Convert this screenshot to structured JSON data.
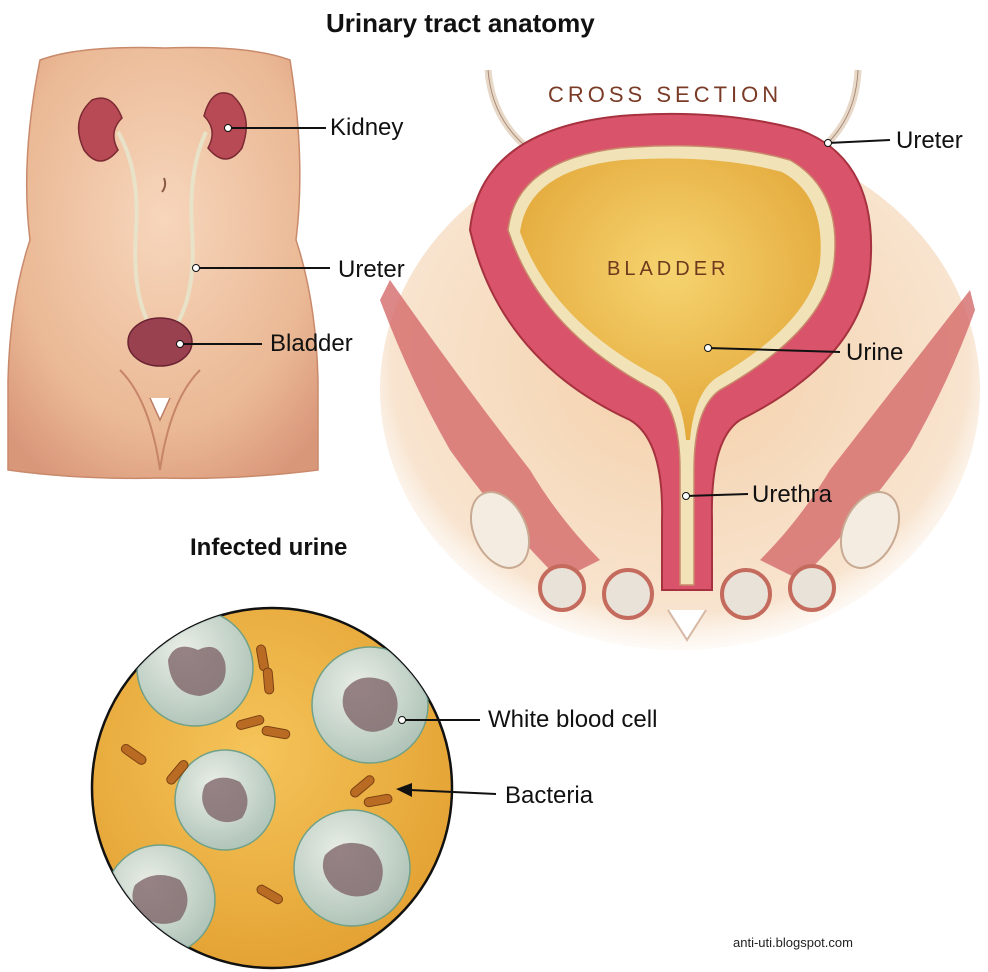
{
  "title": "Urinary tract anatomy",
  "cross_section_heading": "CROSS SECTION",
  "bladder_inner_label": "BLADDER",
  "infected_heading": "Infected urine",
  "labels": {
    "kidney": "Kidney",
    "ureter_body": "Ureter",
    "bladder_body": "Bladder",
    "ureter_cross": "Ureter",
    "urine": "Urine",
    "urethra": "Urethra",
    "white_blood_cell": "White blood cell",
    "bacteria": "Bacteria"
  },
  "watermark": "anti-uti.blogspot.com",
  "colors": {
    "skin": "#f2c8a6",
    "kidney": "#b84a55",
    "bladder_wall": "#d9536a",
    "urine": "#f1c34a",
    "muscle": "#c9545c",
    "fluid_background": "#e9a83a"
  }
}
